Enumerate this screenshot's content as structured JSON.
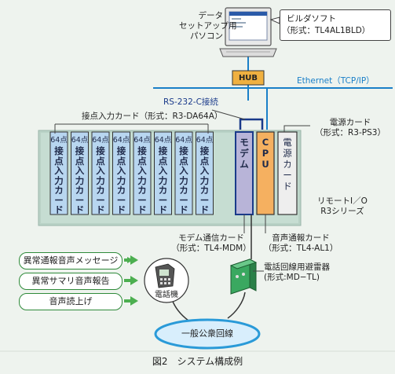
{
  "pc": {
    "label_lines": [
      "データ",
      "セットアップ用",
      "パソコン"
    ]
  },
  "software": {
    "name": "ビルダソフト",
    "model": "（形式：TL4AL1BLD）"
  },
  "hub": {
    "label": "HUB"
  },
  "ethernet": {
    "label": "Ethernet（TCP/IP）"
  },
  "rs232": {
    "label": "RS-232-C接続"
  },
  "input_card_title": "接点入力カード（形式：R3-DA64A）",
  "input_card": {
    "top": "64点",
    "chars": [
      "接",
      "点",
      "入",
      "力",
      "カ",
      "ー",
      "ド"
    ]
  },
  "modem_card": {
    "chars": [
      "モ",
      "デ",
      "ム"
    ]
  },
  "cpu_card": {
    "chars": [
      "C",
      "P",
      "U"
    ]
  },
  "power_card": {
    "chars": [
      "電",
      "源",
      "カ",
      "ー",
      "ド"
    ]
  },
  "power_card_label": [
    "電源カード",
    "（形式：R3-PS3）"
  ],
  "remote_io": [
    "リモートI／O",
    "R3シリーズ"
  ],
  "modem_label": [
    "モデム通信カード",
    "（形式：TL4-MDM）"
  ],
  "voice_label": [
    "音声通報カード",
    "（形式：TL4-AL1）"
  ],
  "arrester_label": [
    "電話回線用避雷器",
    "(形式:MD−TL)"
  ],
  "messages": [
    "異常通報音声メッセージ",
    "異常サマリ音声報告",
    "音声読上げ"
  ],
  "phone": {
    "label": "電話機"
  },
  "line": {
    "label": "一般公衆回線"
  },
  "caption": "図2　システム構成例",
  "colors": {
    "card_blue": "#b8d6f0",
    "modem": "#b8b4d8",
    "cpu": "#f5b060",
    "power": "#eeeeee",
    "accent": "#1a7fc8",
    "green": "#2f8a3a"
  }
}
